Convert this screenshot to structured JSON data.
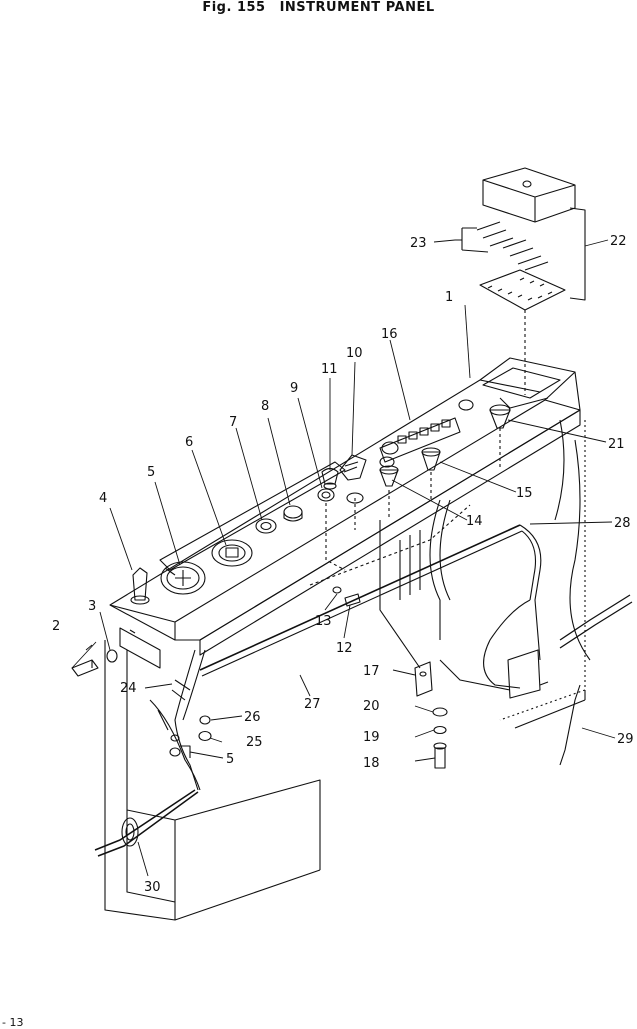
{
  "figure": {
    "number": "Fig. 155",
    "title": "INSTRUMENT PANEL"
  },
  "callouts": [
    "1",
    "2",
    "3",
    "4",
    "5",
    "6",
    "7",
    "8",
    "9",
    "10",
    "11",
    "12",
    "13",
    "14",
    "15",
    "16",
    "17",
    "18",
    "19",
    "20",
    "21",
    "22",
    "23",
    "24",
    "25",
    "26",
    "27",
    "28",
    "29",
    "30",
    "5"
  ],
  "page_fragment": "- 13"
}
